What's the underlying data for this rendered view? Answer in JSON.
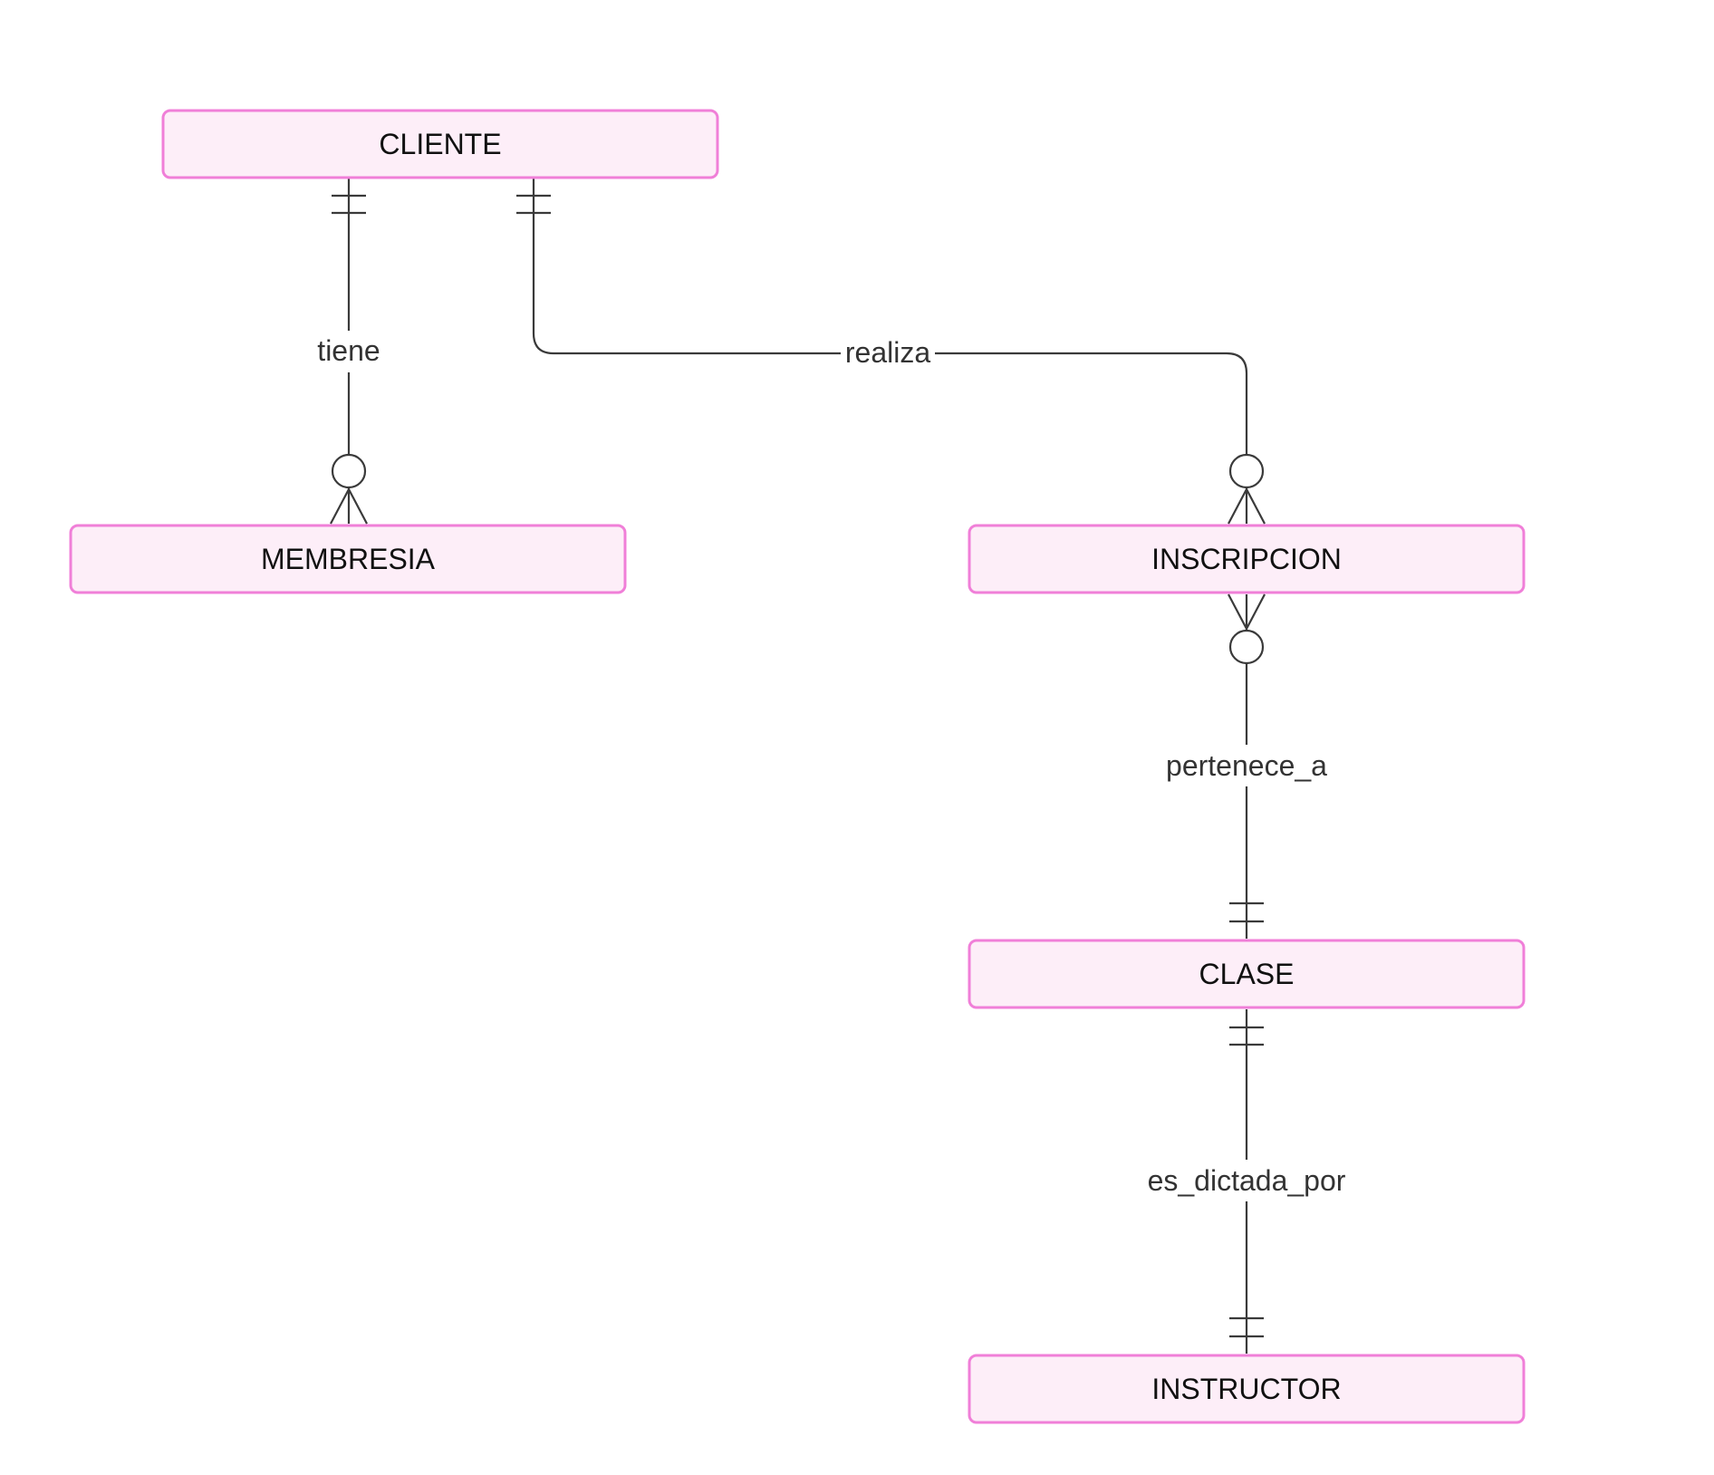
{
  "entities": {
    "cliente": "CLIENTE",
    "membresia": "MEMBRESIA",
    "inscripcion": "INSCRIPCION",
    "clase": "CLASE",
    "instructor": "INSTRUCTOR"
  },
  "relationships": {
    "tiene": {
      "label": "tiene",
      "from": "CLIENTE",
      "to": "MEMBRESIA",
      "from_cardinality": "exactly-one",
      "to_cardinality": "zero-or-many"
    },
    "realiza": {
      "label": "realiza",
      "from": "CLIENTE",
      "to": "INSCRIPCION",
      "from_cardinality": "exactly-one",
      "to_cardinality": "zero-or-many"
    },
    "pertenece_a": {
      "label": "pertenece_a",
      "from": "INSCRIPCION",
      "to": "CLASE",
      "from_cardinality": "zero-or-many",
      "to_cardinality": "exactly-one"
    },
    "es_dictada_por": {
      "label": "es_dictada_por",
      "from": "CLASE",
      "to": "INSTRUCTOR",
      "from_cardinality": "exactly-one",
      "to_cardinality": "exactly-one"
    }
  },
  "colors": {
    "entity_fill": "#fdeef8",
    "entity_border": "#f07fd8",
    "line": "#3a3a3a",
    "text": "#111111"
  }
}
